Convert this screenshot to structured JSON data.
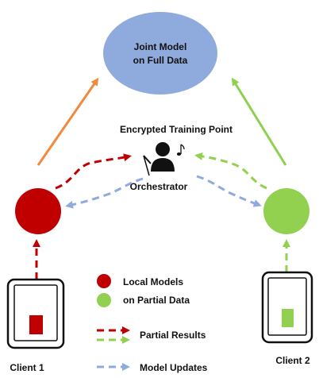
{
  "joint_model": {
    "line1": "Joint Model",
    "line2": "on Full Data",
    "color": "#8faadc"
  },
  "encrypted_label": "Encrypted Training Point",
  "orchestrator_label": "Orchestrator",
  "client1": {
    "label": "Client 1",
    "node_color": "#c00000",
    "screen_fill": "#c00000",
    "device_icon": "tablet-icon"
  },
  "client2": {
    "label": "Client 2",
    "node_color": "#92d050",
    "screen_fill": "#92d050",
    "device_icon": "tablet-icon"
  },
  "colors": {
    "arrow_to_joint_left": "#f08a3c",
    "arrow_to_joint_right": "#8ed14f",
    "model_update": "#8faadc",
    "partial_red": "#c00000",
    "partial_green": "#92d050"
  },
  "legend": {
    "local_models_line1": "Local Models",
    "local_models_line2": "on Partial Data",
    "partial_results": "Partial Results",
    "model_updates": "Model Updates"
  }
}
